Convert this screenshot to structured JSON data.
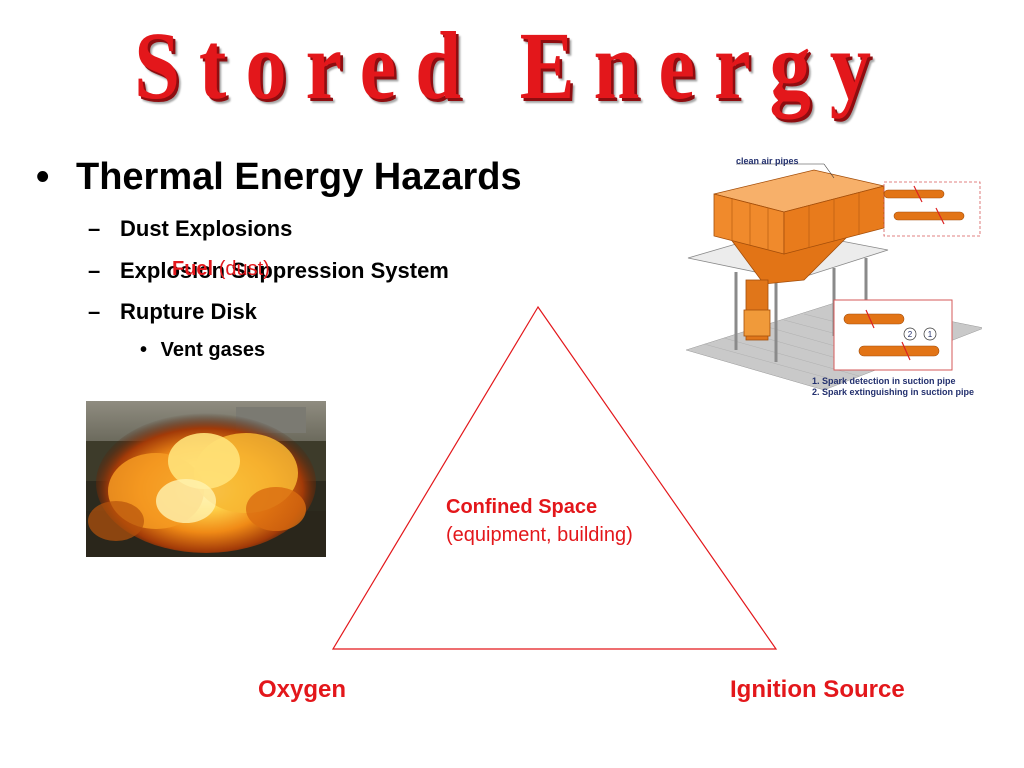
{
  "title": "Stored Energy",
  "bullets": {
    "main": "Thermal Energy Hazards",
    "sub": [
      "Dust Explosions",
      "Explosion Suppression System",
      "Rupture Disk"
    ],
    "subsub": [
      "Vent gases"
    ]
  },
  "triangle": {
    "top": {
      "label": "Fuel",
      "qualifier": "(dust)"
    },
    "center": {
      "label": "Confined Space",
      "qualifier": "(equipment, building)"
    },
    "left": "Oxygen",
    "right": "Ignition Source",
    "color": "#e3171b"
  },
  "diagram": {
    "label_top": "clean air pipes",
    "legend": [
      "1. Spark detection in suction pipe",
      "2. Spark extinguishing in suction pipe"
    ],
    "markers": [
      "2",
      "1"
    ]
  },
  "colors": {
    "accent": "#e3171b",
    "machine": "#f0892a"
  }
}
